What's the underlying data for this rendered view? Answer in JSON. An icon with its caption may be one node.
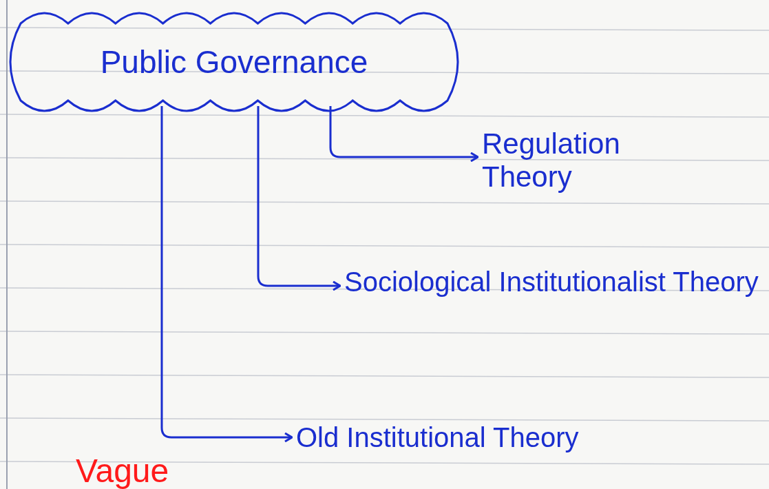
{
  "diagram": {
    "nodes": [
      {
        "text": [
          "Public Governance"
        ]
      },
      {
        "text": [
          "Regulation Theory"
        ]
      },
      {
        "text": [
          "Sociological Institutionalist Theory"
        ]
      },
      {
        "text": [
          "Old Institutional Theory"
        ]
      }
    ],
    "edges": [
      {
        "from": 0,
        "to": 1,
        "arrow": "to"
      },
      {
        "from": 0,
        "to": 2,
        "arrow": "to"
      },
      {
        "from": 0,
        "to": 3,
        "arrow": "to"
      }
    ],
    "labels": [
      "Vague"
    ]
  }
}
